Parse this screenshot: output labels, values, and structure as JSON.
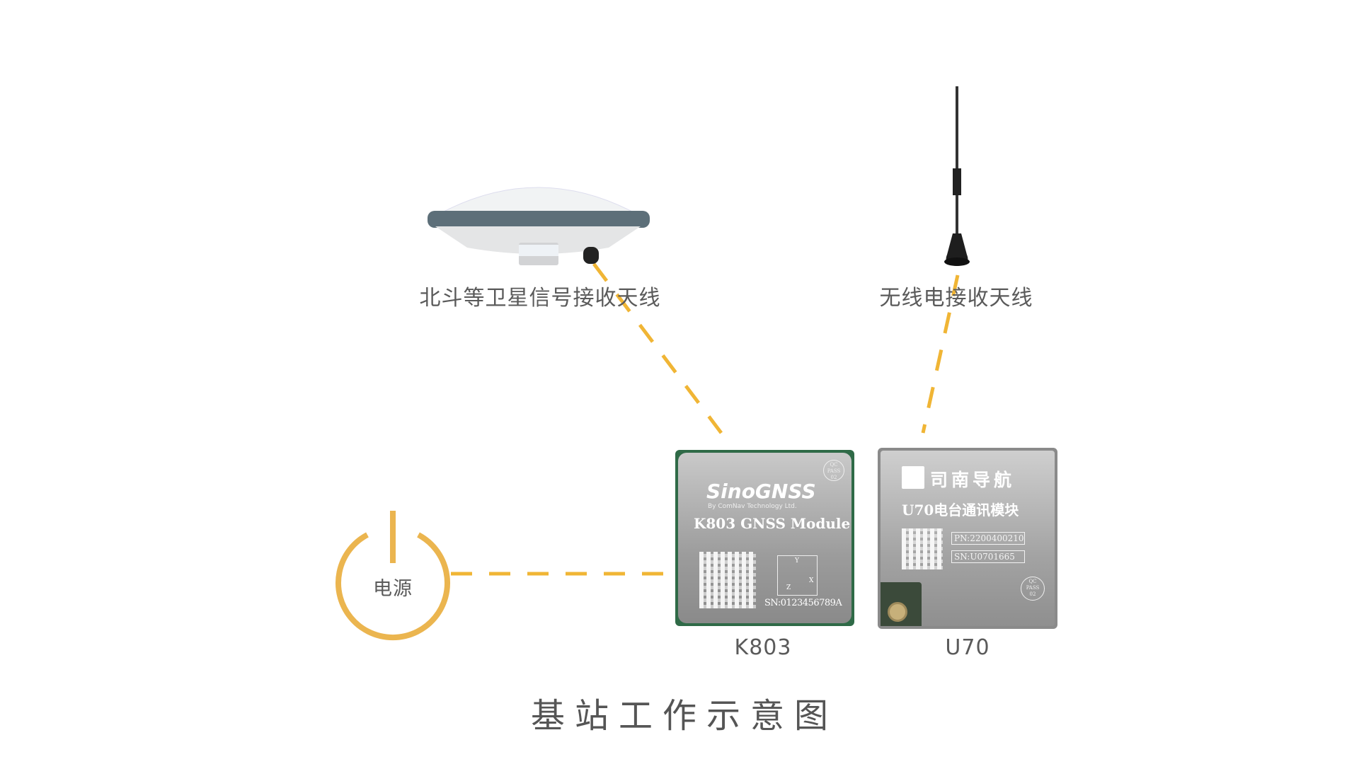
{
  "title": "基站工作示意图",
  "nodes": {
    "gnss_antenna": {
      "label": "北斗等卫星信号接收天线"
    },
    "radio_antenna": {
      "label": "无线电接收天线"
    },
    "power": {
      "label": "电源"
    },
    "k803": {
      "label": "K803",
      "brand": "SinoGNSS",
      "brand_sub": "By ComNav Technology Ltd.",
      "model": "K803 GNSS Module",
      "sn": "SN:0123456789A",
      "qc": [
        "QC",
        "PASS",
        "02"
      ],
      "axes": [
        "Y",
        "X",
        "Z"
      ]
    },
    "u70": {
      "label": "U70",
      "brand": "司南导航",
      "model": "U70电台通讯模块",
      "pn": "PN:2200400210",
      "sn": "SN:U0701665",
      "qc": [
        "QC",
        "PASS",
        "02"
      ]
    }
  },
  "colors": {
    "connector": "#f0b535",
    "power": "#ebb54f",
    "text": "#555555"
  }
}
